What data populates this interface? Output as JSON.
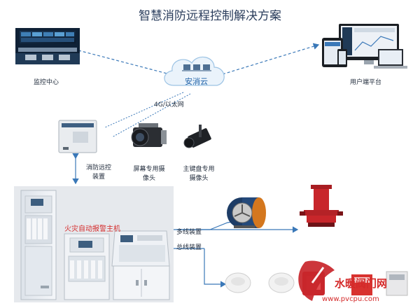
{
  "diagram": {
    "title": "智慧消防远程控制解决方案",
    "cloud_label": "安消云",
    "network_label": "4G/以太网",
    "nodes": {
      "monitor_center": "监控中心",
      "user_platform": "用户端平台",
      "remote_device": "消防远控装置",
      "screen_camera": "屏幕专用摄像头",
      "keyboard_camera": "主键盘专用摄像头",
      "fire_alarm_host": "火灾自动报警主机",
      "multi_line": "多线装置",
      "bus_line": "总线装置"
    },
    "watermark": {
      "name": "水暖阀门网",
      "url": "www.pvcpu.com"
    },
    "colors": {
      "title": "#2a3d5c",
      "connector": "#3a78b8",
      "cloud_label": "#1f62a8",
      "alarm_red": "#d42a2a"
    }
  }
}
